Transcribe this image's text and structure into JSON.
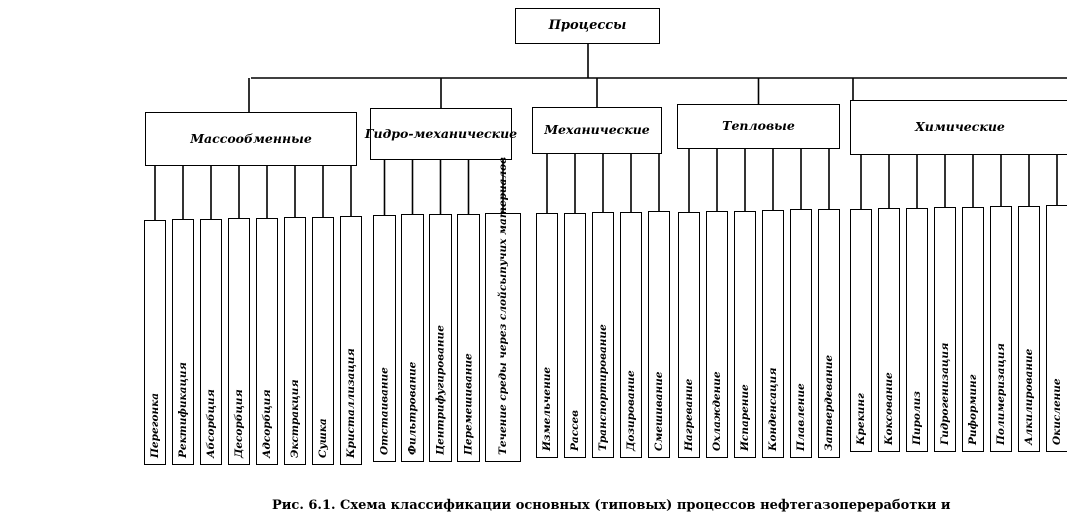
{
  "root": {
    "label": "Процессы"
  },
  "categories": [
    {
      "label": "Массообменные",
      "children": [
        "Перегонка",
        "Ректификация",
        "Абсорбция",
        "Десорбция",
        "Адсорбция",
        "Экстракция",
        "Сушка",
        "Кристаллизация"
      ]
    },
    {
      "label": "Гидро-\nмеханические",
      "children": [
        "Отстаивание",
        "Фильтрование",
        "Центрифугирование",
        "Перемешивание",
        "Течение среды через слой\nсыпучих материалов"
      ]
    },
    {
      "label": "Механические",
      "children": [
        "Измельчение",
        "Рассев",
        "Транспортирование",
        "Дозирование",
        "Смешивание"
      ]
    },
    {
      "label": "Тепловые",
      "children": [
        "Нагревание",
        "Охлаждение",
        "Испарение",
        "Конденсация",
        "Плавление",
        "Затвердевание"
      ]
    },
    {
      "label": "Химические",
      "children": [
        "Крекинг",
        "Коксование",
        "Пиролиз",
        "Гидрогенизация",
        "Риформинг",
        "Полимеризация",
        "Алкилирование",
        "Окисление"
      ]
    }
  ],
  "caption": "Рис. 6.1. Схема классификации основных (типовых) процессов нефтегазопереработки и"
}
